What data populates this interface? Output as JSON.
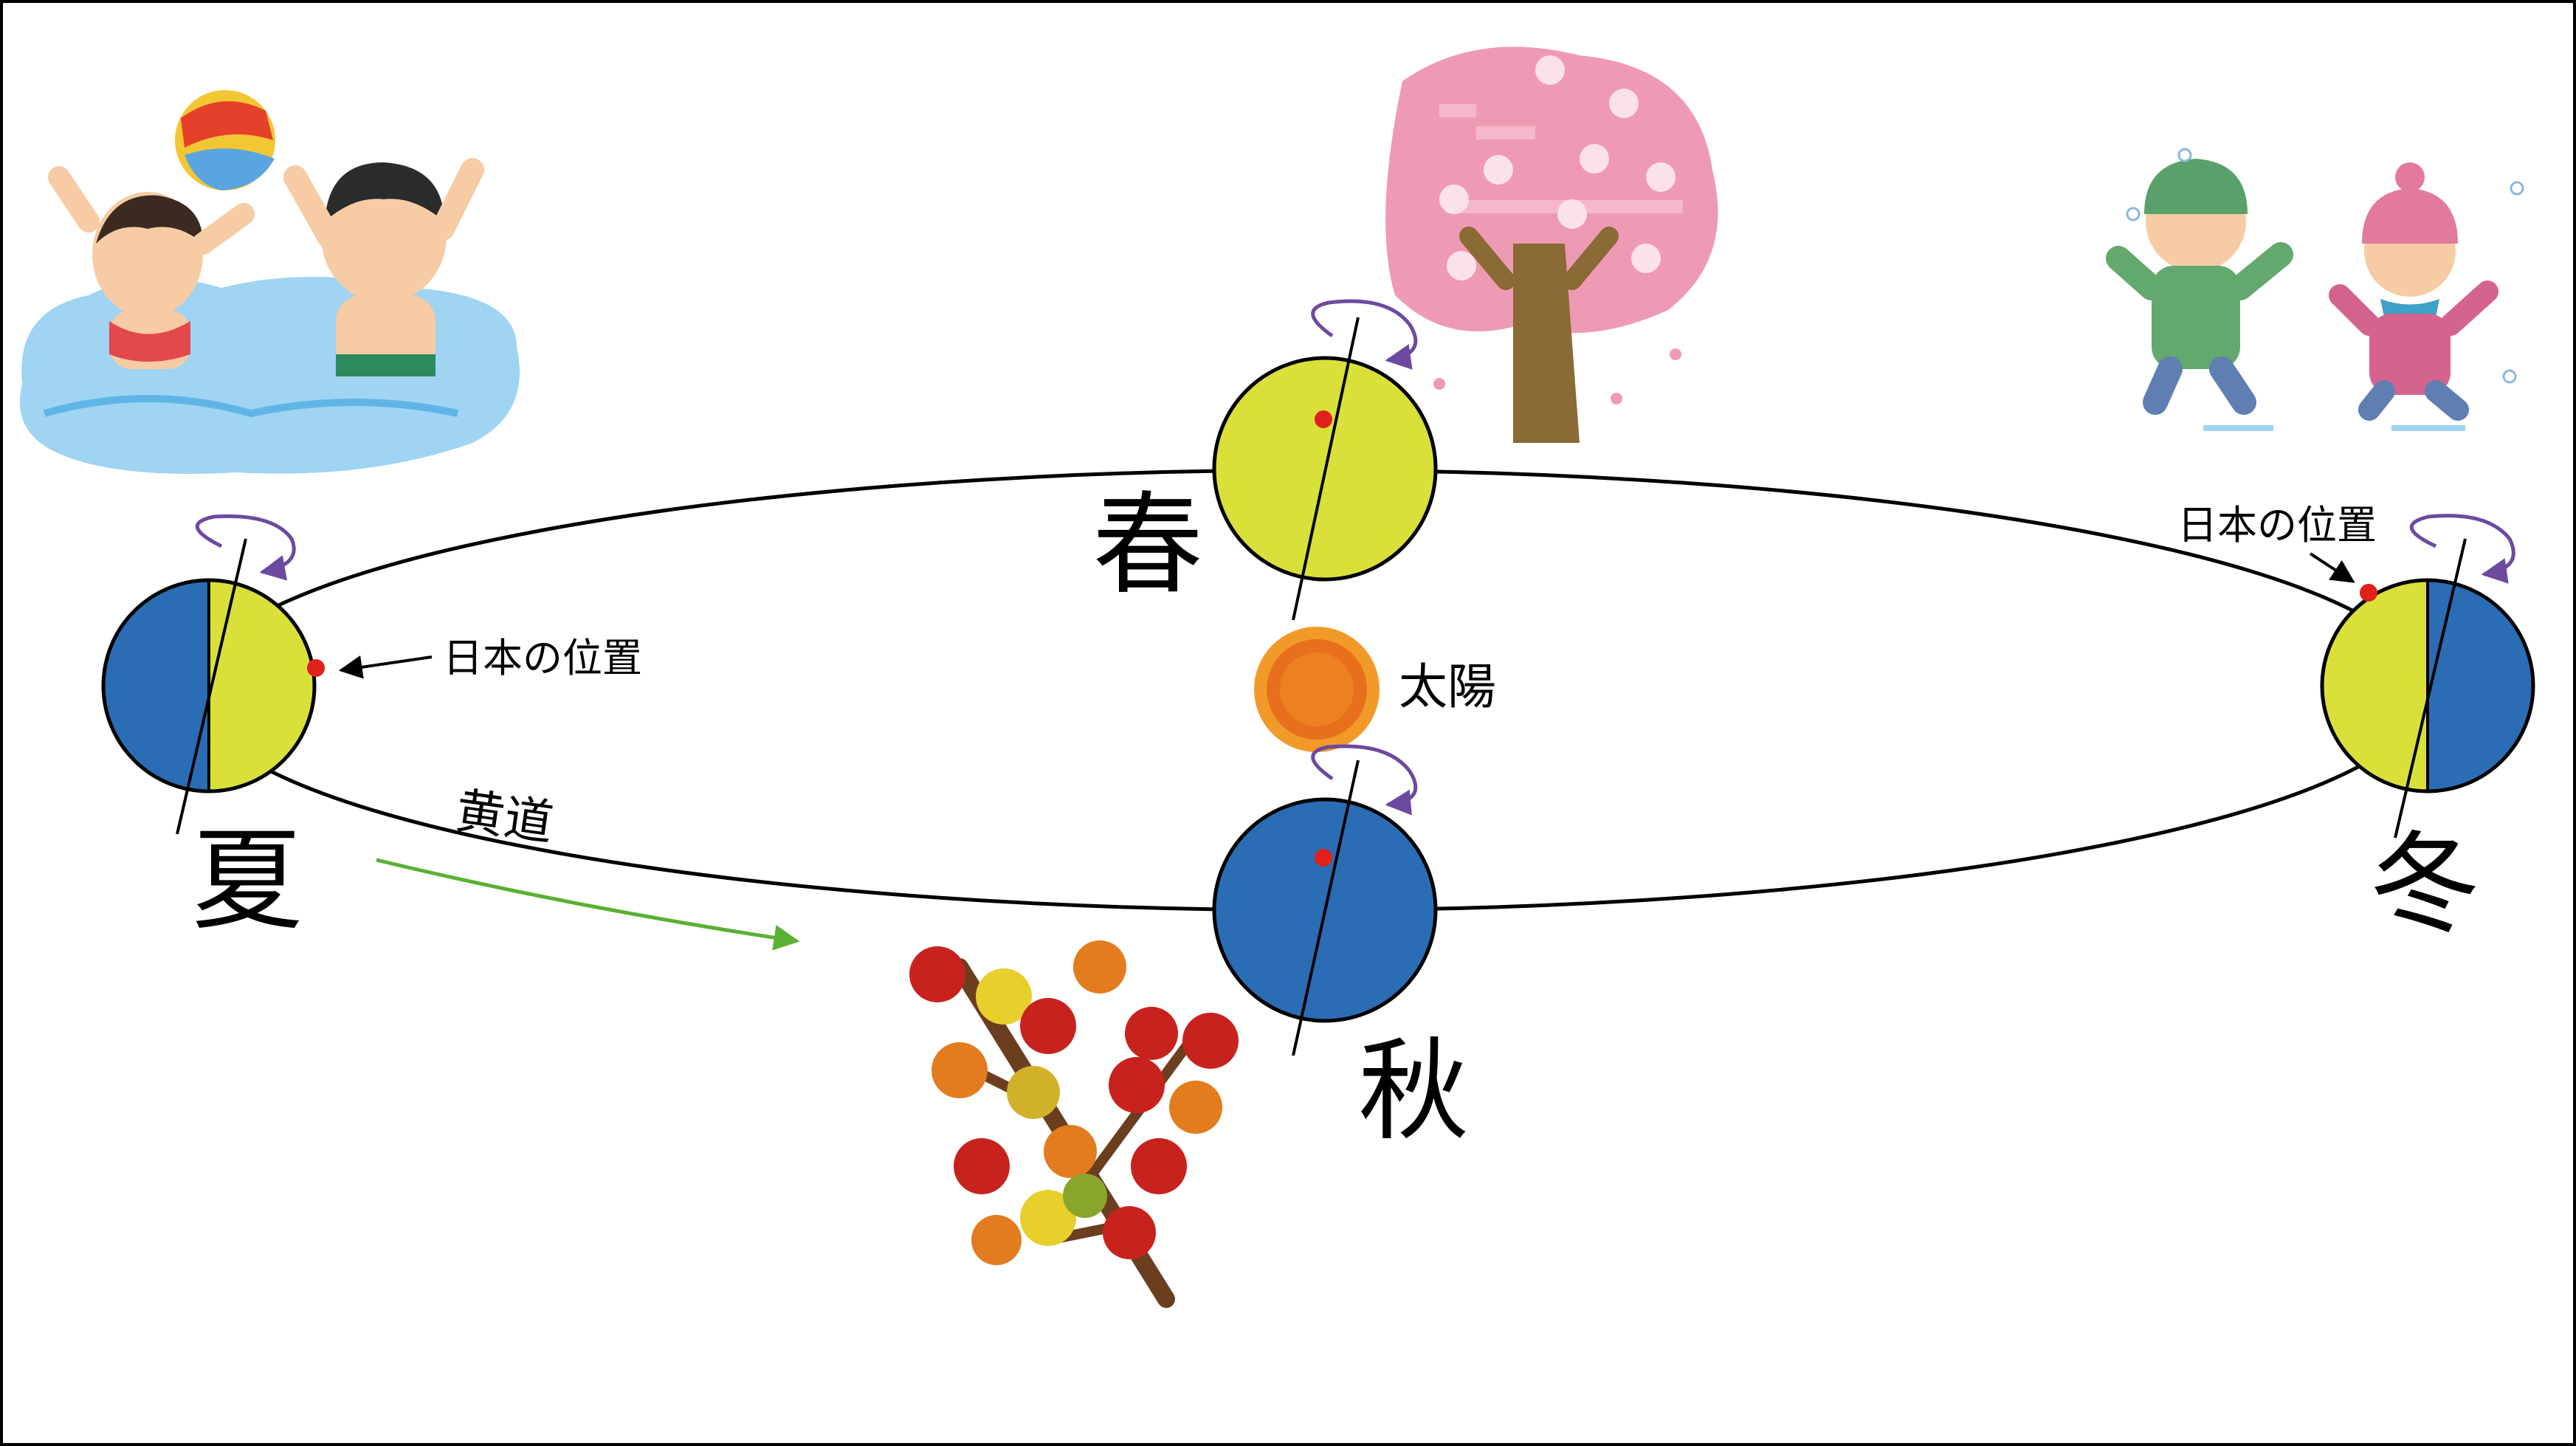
{
  "diagram": {
    "seasons": {
      "spring": "春",
      "summer": "夏",
      "autumn": "秋",
      "winter": "冬"
    },
    "sun_label": "太陽",
    "ecliptic_label": "黄道",
    "japan_position_label": "日本の位置",
    "japan_position_label_2": "日本の位置",
    "colors": {
      "day_side": "#d9e03a",
      "night_side": "#2a6db5",
      "orbit": "#000000",
      "rotation_arrow": "#6b4aa0",
      "direction_arrow": "#5ab034",
      "japan_dot": "#e0201a",
      "sun": "#e8701c"
    }
  }
}
